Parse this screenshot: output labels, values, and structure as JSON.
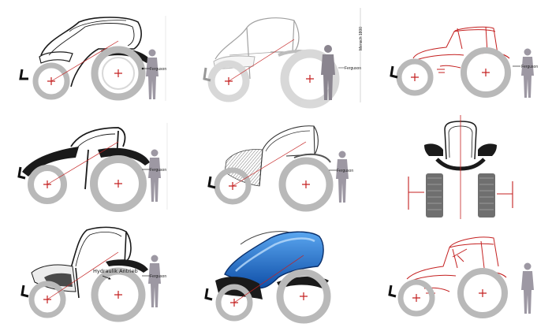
{
  "sheet": {
    "background": "#ffffff",
    "colors": {
      "ink": "#1a1a1a",
      "red": "#c42020",
      "wheel": "#b9b9b9",
      "human": "#9d98a3",
      "blue": "#1e6fd0",
      "tread": "#6f6f6f"
    }
  },
  "sketches": [
    {
      "id": "r1c1",
      "style": "ink",
      "human_label": "Ferguson"
    },
    {
      "id": "r1c2",
      "style": "faded",
      "human_label": "Ferguson",
      "side_label": "Mensch 1800"
    },
    {
      "id": "r1c3",
      "style": "red-line",
      "human_label": "Ferguson"
    },
    {
      "id": "r2c1",
      "style": "ink-bold",
      "human_label": "Ferguson"
    },
    {
      "id": "r2c2",
      "style": "hatched",
      "human_label": "Ferguson"
    },
    {
      "id": "r2c3",
      "style": "front-view"
    },
    {
      "id": "r3c1",
      "style": "ink-annotated",
      "human_label": "Ferguson",
      "annotation": "Hydraulik Antrieb"
    },
    {
      "id": "r3c2",
      "style": "blue-render"
    },
    {
      "id": "r3c3",
      "style": "red-line"
    }
  ]
}
